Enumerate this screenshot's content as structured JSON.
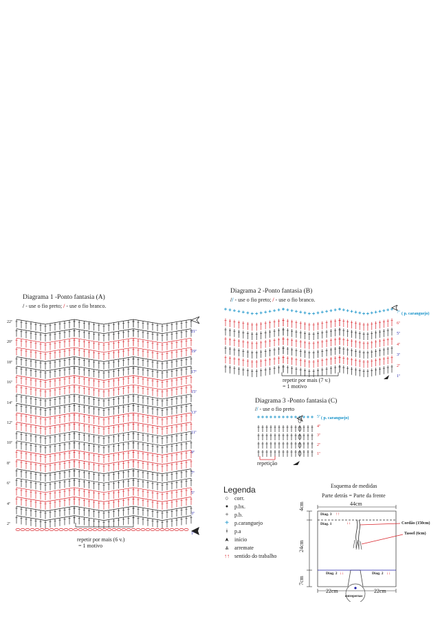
{
  "colors": {
    "black": "#222222",
    "red": "#d8232a",
    "blue": "#1a1aa8",
    "cyan": "#0f8fc7"
  },
  "diagram1": {
    "title": "Diagrama 1 -Ponto fantasia (A)",
    "note_black": "- use o fio preto;",
    "note_red": "- use o fio branco.",
    "left_rows": [
      "22ª",
      "20ª",
      "18ª",
      "16ª",
      "14ª",
      "12ª",
      "10ª",
      "8ª",
      "6ª",
      "4ª",
      "2ª"
    ],
    "right_rows": [
      "21ª",
      "19ª",
      "17ª",
      "15ª",
      "13ª",
      "11ª",
      "9ª",
      "7ª",
      "5ª",
      "3ª",
      "1ª"
    ],
    "repeat_line1": "repetir por mais (6 v.)",
    "repeat_line2": "= 1 motivo"
  },
  "diagram2": {
    "title": "Diagrama 2 -Ponto fantasia (B)",
    "note_black": "- use o fio preto;",
    "note_red": "- use o fio branco.",
    "rows": [
      "7ª",
      "6ª",
      "5ª",
      "4ª",
      "3ª",
      "2ª",
      "1ª"
    ],
    "crab_label": "( p. caranguejo)",
    "repeat_line1": "repetir por mais (7 v.)",
    "repeat_line2": "= 1 motivo"
  },
  "diagram3": {
    "title": "Diagrama 3 -Ponto fantasia (C)",
    "note_black": "- use o fio preto",
    "rows": [
      "5ª",
      "4ª",
      "3ª",
      "2ª",
      "1ª"
    ],
    "crab_label": "( p. caranguejo)",
    "repeat_label": "repetição"
  },
  "legend": {
    "title": "Legenda",
    "items": [
      {
        "symbol": "○",
        "label": "corr."
      },
      {
        "symbol": "●",
        "label": "p.bx."
      },
      {
        "symbol": "+",
        "label": "p.b."
      },
      {
        "symbol": "+",
        "label": "p.caranguejo"
      },
      {
        "symbol": "ǂ",
        "label": "p.a"
      },
      {
        "symbol": "➤",
        "label": "início"
      },
      {
        "symbol": "⩓",
        "label": "arremate"
      },
      {
        "symbol": "↑↑",
        "label": "sentido do trabalho"
      }
    ]
  },
  "schema": {
    "title": "Esquema de medidas",
    "subtitle": "Parte detrás = Parte da frente",
    "width_top": "44cm",
    "height_waist": "4cm",
    "height_body": "24cm",
    "height_leg": "7cm",
    "leg_left": "22cm",
    "leg_right": "22cm",
    "diag3": "Diag. 3",
    "diag1": "Diag. 1",
    "diag2_left": "Diag. 2",
    "diag2_right": "Diag. 2",
    "cord": "Cordão (150cm)",
    "tassel": "Tassel (6cm)",
    "crotch": "entrepernas"
  }
}
